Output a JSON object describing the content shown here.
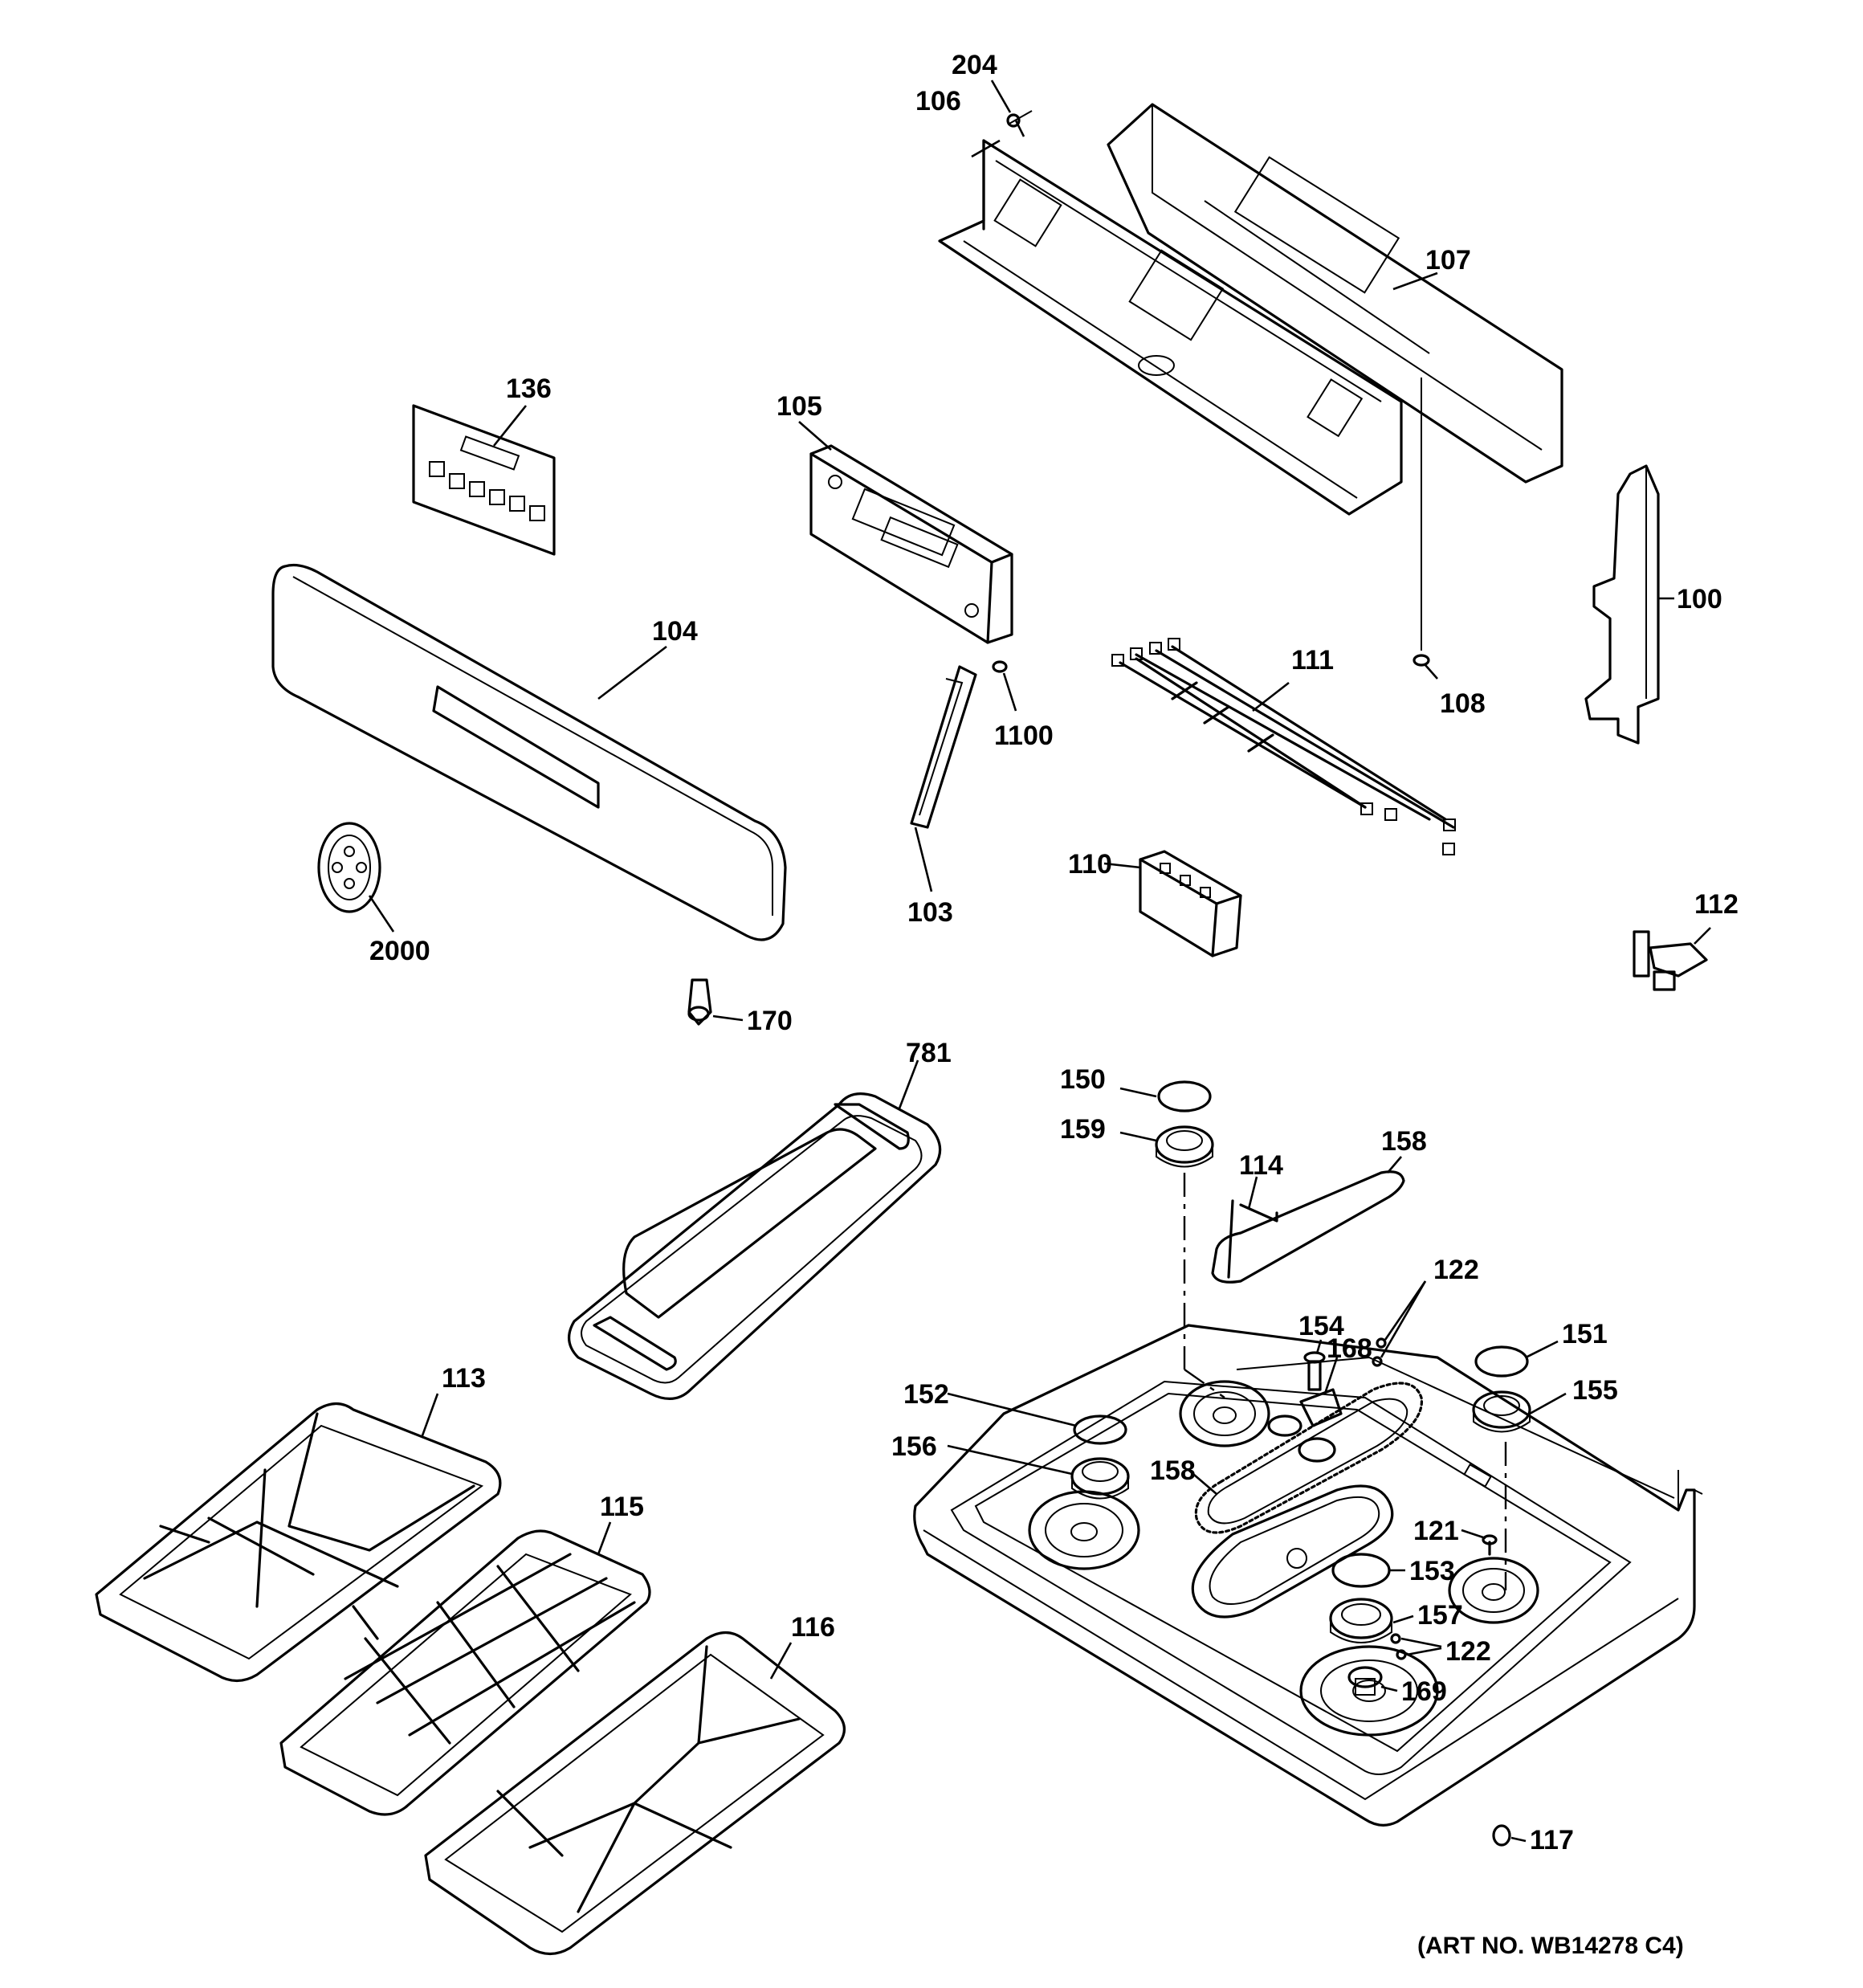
{
  "labels": {
    "p204": "204",
    "p106": "106",
    "p107": "107",
    "p136": "136",
    "p105": "105",
    "p100": "100",
    "p104": "104",
    "p111": "111",
    "p108": "108",
    "p1100": "1100",
    "p103": "103",
    "p110": "110",
    "p112": "112",
    "p2000": "2000",
    "p170": "170",
    "p781": "781",
    "p150": "150",
    "p159": "159",
    "p114": "114",
    "p158a": "158",
    "p122a": "122",
    "p154": "154",
    "p168": "168",
    "p151": "151",
    "p113": "113",
    "p152": "152",
    "p155": "155",
    "p156": "156",
    "p158b": "158",
    "p115": "115",
    "p121": "121",
    "p153": "153",
    "p157": "157",
    "p116": "116",
    "p122b": "122",
    "p169": "169",
    "p117": "117"
  },
  "art_number": "(ART NO. WB14278 C4)"
}
